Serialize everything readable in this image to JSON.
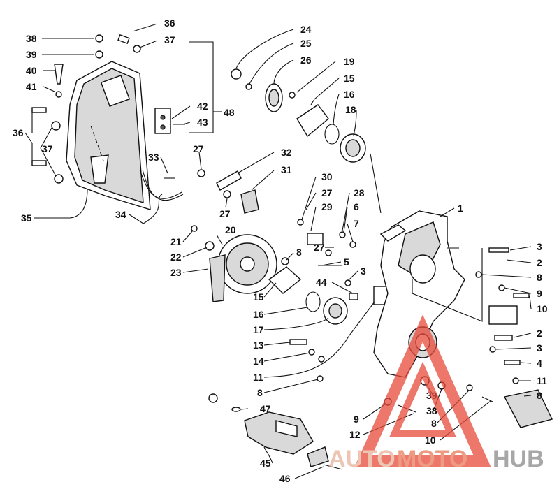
{
  "callouts": [
    {
      "id": "c36a",
      "text": "36"
    },
    {
      "id": "c37a",
      "text": "37"
    },
    {
      "id": "c38a",
      "text": "38"
    },
    {
      "id": "c39a",
      "text": "39"
    },
    {
      "id": "c40",
      "text": "40"
    },
    {
      "id": "c41",
      "text": "41"
    },
    {
      "id": "c36b",
      "text": "36"
    },
    {
      "id": "c37b",
      "text": "37"
    },
    {
      "id": "c35",
      "text": "35"
    },
    {
      "id": "c42",
      "text": "42"
    },
    {
      "id": "c43",
      "text": "43"
    },
    {
      "id": "c48",
      "text": "48"
    },
    {
      "id": "c24",
      "text": "24"
    },
    {
      "id": "c25",
      "text": "25"
    },
    {
      "id": "c26",
      "text": "26"
    },
    {
      "id": "c19",
      "text": "19"
    },
    {
      "id": "c15a",
      "text": "15"
    },
    {
      "id": "c16a",
      "text": "16"
    },
    {
      "id": "c18",
      "text": "18"
    },
    {
      "id": "c33",
      "text": "33"
    },
    {
      "id": "c27a",
      "text": "27"
    },
    {
      "id": "c32",
      "text": "32"
    },
    {
      "id": "c31",
      "text": "31"
    },
    {
      "id": "c34",
      "text": "34"
    },
    {
      "id": "c27b",
      "text": "27"
    },
    {
      "id": "c30",
      "text": "30"
    },
    {
      "id": "c27c",
      "text": "27"
    },
    {
      "id": "c29",
      "text": "29"
    },
    {
      "id": "c28",
      "text": "28"
    },
    {
      "id": "c6",
      "text": "6"
    },
    {
      "id": "c7",
      "text": "7"
    },
    {
      "id": "c27d",
      "text": "27"
    },
    {
      "id": "c1",
      "text": "1"
    },
    {
      "id": "c21",
      "text": "21"
    },
    {
      "id": "c20",
      "text": "20"
    },
    {
      "id": "c22",
      "text": "22"
    },
    {
      "id": "c23",
      "text": "23"
    },
    {
      "id": "c8a",
      "text": "8"
    },
    {
      "id": "c5",
      "text": "5"
    },
    {
      "id": "c3a",
      "text": "3"
    },
    {
      "id": "c44",
      "text": "44"
    },
    {
      "id": "c15b",
      "text": "15"
    },
    {
      "id": "c16b",
      "text": "16"
    },
    {
      "id": "c17",
      "text": "17"
    },
    {
      "id": "c13",
      "text": "13"
    },
    {
      "id": "c14",
      "text": "14"
    },
    {
      "id": "c11a",
      "text": "11"
    },
    {
      "id": "c8b",
      "text": "8"
    },
    {
      "id": "c47",
      "text": "47"
    },
    {
      "id": "c45",
      "text": "45"
    },
    {
      "id": "c46",
      "text": "46"
    },
    {
      "id": "c3b",
      "text": "3"
    },
    {
      "id": "c2a",
      "text": "2"
    },
    {
      "id": "c8c",
      "text": "8"
    },
    {
      "id": "c9a",
      "text": "9"
    },
    {
      "id": "c10a",
      "text": "10"
    },
    {
      "id": "c2b",
      "text": "2"
    },
    {
      "id": "c3c",
      "text": "3"
    },
    {
      "id": "c4",
      "text": "4"
    },
    {
      "id": "c11b",
      "text": "11"
    },
    {
      "id": "c8d",
      "text": "8"
    },
    {
      "id": "c39b",
      "text": "39"
    },
    {
      "id": "c38b",
      "text": "38"
    },
    {
      "id": "c8e",
      "text": "8"
    },
    {
      "id": "c9b",
      "text": "9"
    },
    {
      "id": "c12",
      "text": "12"
    },
    {
      "id": "c10b",
      "text": "10"
    }
  ],
  "watermark": {
    "part1": "AUTO",
    "part2": "MOTO",
    "part3": "HUB",
    "colors": {
      "auto": "#e8b49a",
      "moto": "#e87a5a",
      "hub": "#8a8a8a",
      "triangle": "#e84a3a"
    }
  }
}
